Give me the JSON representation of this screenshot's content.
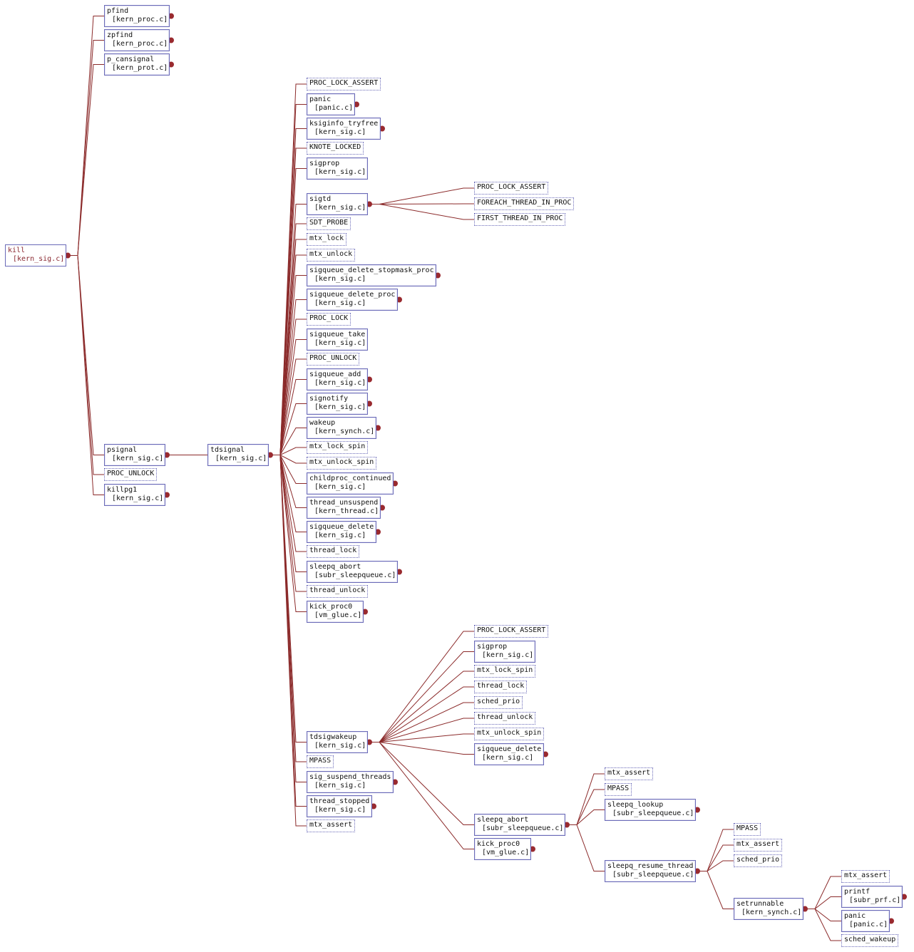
{
  "colors": {
    "edge": "#8b2a2a",
    "dot": "#992a2f",
    "box": "#6a6ab8",
    "root_text": "#8a2830"
  },
  "nodes": [
    {
      "id": "kill",
      "label": "kill",
      "file": "[kern_sig.c]",
      "style": "root",
      "dot": true
    },
    {
      "id": "pfind",
      "label": "pfind",
      "file": "[kern_proc.c]",
      "style": "fn",
      "dot": true
    },
    {
      "id": "zpfind",
      "label": "zpfind",
      "file": "[kern_proc.c]",
      "style": "fn",
      "dot": true
    },
    {
      "id": "p_cansignal",
      "label": "p_cansignal",
      "file": "[kern_prot.c]",
      "style": "fn",
      "dot": true
    },
    {
      "id": "psignal",
      "label": "psignal",
      "file": "[kern_sig.c]",
      "style": "fn",
      "dot": true
    },
    {
      "id": "proc_unlock_1",
      "label": "PROC_UNLOCK",
      "file": "",
      "style": "macro",
      "dot": false
    },
    {
      "id": "killpg1",
      "label": "killpg1",
      "file": "[kern_sig.c]",
      "style": "fn",
      "dot": true
    },
    {
      "id": "tdsignal",
      "label": "tdsignal",
      "file": "[kern_sig.c]",
      "style": "fn",
      "dot": true
    },
    {
      "id": "t_proc_lock_assert",
      "label": "PROC_LOCK_ASSERT",
      "file": "",
      "style": "macro",
      "dot": false
    },
    {
      "id": "t_panic",
      "label": "panic",
      "file": "[panic.c]",
      "style": "fn",
      "dot": true
    },
    {
      "id": "t_ksiginfo_tryfree",
      "label": "ksiginfo_tryfree",
      "file": "[kern_sig.c]",
      "style": "fn",
      "dot": true
    },
    {
      "id": "t_knote_locked",
      "label": "KNOTE_LOCKED",
      "file": "",
      "style": "macro",
      "dot": false
    },
    {
      "id": "t_sigprop",
      "label": "sigprop",
      "file": "[kern_sig.c]",
      "style": "fn",
      "dot": false
    },
    {
      "id": "t_sigtd",
      "label": "sigtd",
      "file": "[kern_sig.c]",
      "style": "fn",
      "dot": true
    },
    {
      "id": "t_sdt_probe",
      "label": "SDT_PROBE",
      "file": "",
      "style": "macro",
      "dot": false
    },
    {
      "id": "t_mtx_lock",
      "label": "mtx_lock",
      "file": "",
      "style": "macro",
      "dot": false
    },
    {
      "id": "t_mtx_unlock",
      "label": "mtx_unlock",
      "file": "",
      "style": "macro",
      "dot": false
    },
    {
      "id": "t_sqdsp",
      "label": "sigqueue_delete_stopmask_proc",
      "file": "[kern_sig.c]",
      "style": "fn",
      "dot": true
    },
    {
      "id": "t_sqdp",
      "label": "sigqueue_delete_proc",
      "file": "[kern_sig.c]",
      "style": "fn",
      "dot": true
    },
    {
      "id": "t_proc_lock",
      "label": "PROC_LOCK",
      "file": "",
      "style": "macro",
      "dot": false
    },
    {
      "id": "t_sigqueue_take",
      "label": "sigqueue_take",
      "file": "[kern_sig.c]",
      "style": "fn",
      "dot": false
    },
    {
      "id": "t_proc_unlock",
      "label": "PROC_UNLOCK",
      "file": "",
      "style": "macro",
      "dot": false
    },
    {
      "id": "t_sigqueue_add",
      "label": "sigqueue_add",
      "file": "[kern_sig.c]",
      "style": "fn",
      "dot": true
    },
    {
      "id": "t_signotify",
      "label": "signotify",
      "file": "[kern_sig.c]",
      "style": "fn",
      "dot": true
    },
    {
      "id": "t_wakeup",
      "label": "wakeup",
      "file": "[kern_synch.c]",
      "style": "fn",
      "dot": true
    },
    {
      "id": "t_mtx_lock_spin",
      "label": "mtx_lock_spin",
      "file": "",
      "style": "macro",
      "dot": false
    },
    {
      "id": "t_mtx_unlock_spin",
      "label": "mtx_unlock_spin",
      "file": "",
      "style": "macro",
      "dot": false
    },
    {
      "id": "t_childproc_continued",
      "label": "childproc_continued",
      "file": "[kern_sig.c]",
      "style": "fn",
      "dot": true
    },
    {
      "id": "t_thread_unsuspend",
      "label": "thread_unsuspend",
      "file": "[kern_thread.c]",
      "style": "fn",
      "dot": true
    },
    {
      "id": "t_sigqueue_delete",
      "label": "sigqueue_delete",
      "file": "[kern_sig.c]",
      "style": "fn",
      "dot": true
    },
    {
      "id": "t_thread_lock",
      "label": "thread_lock",
      "file": "",
      "style": "macro",
      "dot": false
    },
    {
      "id": "t_sleepq_abort",
      "label": "sleepq_abort",
      "file": "[subr_sleepqueue.c]",
      "style": "fn",
      "dot": true
    },
    {
      "id": "t_thread_unlock",
      "label": "thread_unlock",
      "file": "",
      "style": "macro",
      "dot": false
    },
    {
      "id": "t_kick_proc0",
      "label": "kick_proc0",
      "file": "[vm_glue.c]",
      "style": "fn",
      "dot": true
    },
    {
      "id": "t_tdsigwakeup",
      "label": "tdsigwakeup",
      "file": "[kern_sig.c]",
      "style": "fn",
      "dot": true
    },
    {
      "id": "t_mpass",
      "label": "MPASS",
      "file": "",
      "style": "macro",
      "dot": false
    },
    {
      "id": "t_sig_suspend_threads",
      "label": "sig_suspend_threads",
      "file": "[kern_sig.c]",
      "style": "fn",
      "dot": true
    },
    {
      "id": "t_thread_stopped",
      "label": "thread_stopped",
      "file": "[kern_sig.c]",
      "style": "fn",
      "dot": true
    },
    {
      "id": "t_mtx_assert",
      "label": "mtx_assert",
      "file": "",
      "style": "macro",
      "dot": false
    },
    {
      "id": "s_proc_lock_assert",
      "label": "PROC_LOCK_ASSERT",
      "file": "",
      "style": "macro",
      "dot": false
    },
    {
      "id": "s_foreach",
      "label": "FOREACH_THREAD_IN_PROC",
      "file": "",
      "style": "macro",
      "dot": false
    },
    {
      "id": "s_first",
      "label": "FIRST_THREAD_IN_PROC",
      "file": "",
      "style": "macro",
      "dot": false
    },
    {
      "id": "w_proc_lock_assert",
      "label": "PROC_LOCK_ASSERT",
      "file": "",
      "style": "macro",
      "dot": false
    },
    {
      "id": "w_sigprop",
      "label": "sigprop",
      "file": "[kern_sig.c]",
      "style": "fn",
      "dot": false
    },
    {
      "id": "w_mtx_lock_spin",
      "label": "mtx_lock_spin",
      "file": "",
      "style": "macro",
      "dot": false
    },
    {
      "id": "w_thread_lock",
      "label": "thread_lock",
      "file": "",
      "style": "macro",
      "dot": false
    },
    {
      "id": "w_sched_prio",
      "label": "sched_prio",
      "file": "",
      "style": "macro",
      "dot": false
    },
    {
      "id": "w_thread_unlock",
      "label": "thread_unlock",
      "file": "",
      "style": "macro",
      "dot": false
    },
    {
      "id": "w_mtx_unlock_spin",
      "label": "mtx_unlock_spin",
      "file": "",
      "style": "macro",
      "dot": false
    },
    {
      "id": "w_sigqueue_delete",
      "label": "sigqueue_delete",
      "file": "[kern_sig.c]",
      "style": "fn",
      "dot": true
    },
    {
      "id": "w_sleepq_abort",
      "label": "sleepq_abort",
      "file": "[subr_sleepqueue.c]",
      "style": "fn",
      "dot": true
    },
    {
      "id": "w_kick_proc0",
      "label": "kick_proc0",
      "file": "[vm_glue.c]",
      "style": "fn",
      "dot": true
    },
    {
      "id": "a_mtx_assert",
      "label": "mtx_assert",
      "file": "",
      "style": "macro",
      "dot": false
    },
    {
      "id": "a_mpass",
      "label": "MPASS",
      "file": "",
      "style": "macro",
      "dot": false
    },
    {
      "id": "a_sleepq_lookup",
      "label": "sleepq_lookup",
      "file": "[subr_sleepqueue.c]",
      "style": "fn",
      "dot": true
    },
    {
      "id": "a_sleepq_resume_thread",
      "label": "sleepq_resume_thread",
      "file": "[subr_sleepqueue.c]",
      "style": "fn",
      "dot": true
    },
    {
      "id": "r_mpass",
      "label": "MPASS",
      "file": "",
      "style": "macro",
      "dot": false
    },
    {
      "id": "r_mtx_assert",
      "label": "mtx_assert",
      "file": "",
      "style": "macro",
      "dot": false
    },
    {
      "id": "r_sched_prio",
      "label": "sched_prio",
      "file": "",
      "style": "macro",
      "dot": false
    },
    {
      "id": "r_setrunnable",
      "label": "setrunnable",
      "file": "[kern_synch.c]",
      "style": "fn",
      "dot": true
    },
    {
      "id": "u_mtx_assert",
      "label": "mtx_assert",
      "file": "",
      "style": "macro",
      "dot": false
    },
    {
      "id": "u_printf",
      "label": "printf",
      "file": "[subr_prf.c]",
      "style": "fn",
      "dot": true
    },
    {
      "id": "u_panic",
      "label": "panic",
      "file": "[panic.c]",
      "style": "fn",
      "dot": true
    },
    {
      "id": "u_sched_wakeup",
      "label": "sched_wakeup",
      "file": "",
      "style": "macro",
      "dot": false
    }
  ],
  "edges": [
    [
      "kill",
      "pfind"
    ],
    [
      "kill",
      "zpfind"
    ],
    [
      "kill",
      "p_cansignal"
    ],
    [
      "kill",
      "psignal"
    ],
    [
      "kill",
      "proc_unlock_1"
    ],
    [
      "kill",
      "killpg1"
    ],
    [
      "psignal",
      "tdsignal"
    ],
    [
      "tdsignal",
      "t_proc_lock_assert"
    ],
    [
      "tdsignal",
      "t_panic"
    ],
    [
      "tdsignal",
      "t_ksiginfo_tryfree"
    ],
    [
      "tdsignal",
      "t_knote_locked"
    ],
    [
      "tdsignal",
      "t_sigprop"
    ],
    [
      "tdsignal",
      "t_sigtd"
    ],
    [
      "tdsignal",
      "t_sdt_probe"
    ],
    [
      "tdsignal",
      "t_mtx_lock"
    ],
    [
      "tdsignal",
      "t_mtx_unlock"
    ],
    [
      "tdsignal",
      "t_sqdsp"
    ],
    [
      "tdsignal",
      "t_sqdp"
    ],
    [
      "tdsignal",
      "t_proc_lock"
    ],
    [
      "tdsignal",
      "t_sigqueue_take"
    ],
    [
      "tdsignal",
      "t_proc_unlock"
    ],
    [
      "tdsignal",
      "t_sigqueue_add"
    ],
    [
      "tdsignal",
      "t_signotify"
    ],
    [
      "tdsignal",
      "t_wakeup"
    ],
    [
      "tdsignal",
      "t_mtx_lock_spin"
    ],
    [
      "tdsignal",
      "t_mtx_unlock_spin"
    ],
    [
      "tdsignal",
      "t_childproc_continued"
    ],
    [
      "tdsignal",
      "t_thread_unsuspend"
    ],
    [
      "tdsignal",
      "t_sigqueue_delete"
    ],
    [
      "tdsignal",
      "t_thread_lock"
    ],
    [
      "tdsignal",
      "t_sleepq_abort"
    ],
    [
      "tdsignal",
      "t_thread_unlock"
    ],
    [
      "tdsignal",
      "t_kick_proc0"
    ],
    [
      "tdsignal",
      "t_tdsigwakeup"
    ],
    [
      "tdsignal",
      "t_mpass"
    ],
    [
      "tdsignal",
      "t_sig_suspend_threads"
    ],
    [
      "tdsignal",
      "t_thread_stopped"
    ],
    [
      "tdsignal",
      "t_mtx_assert"
    ],
    [
      "t_sigtd",
      "s_proc_lock_assert"
    ],
    [
      "t_sigtd",
      "s_foreach"
    ],
    [
      "t_sigtd",
      "s_first"
    ],
    [
      "t_tdsigwakeup",
      "w_proc_lock_assert"
    ],
    [
      "t_tdsigwakeup",
      "w_sigprop"
    ],
    [
      "t_tdsigwakeup",
      "w_mtx_lock_spin"
    ],
    [
      "t_tdsigwakeup",
      "w_thread_lock"
    ],
    [
      "t_tdsigwakeup",
      "w_sched_prio"
    ],
    [
      "t_tdsigwakeup",
      "w_thread_unlock"
    ],
    [
      "t_tdsigwakeup",
      "w_mtx_unlock_spin"
    ],
    [
      "t_tdsigwakeup",
      "w_sigqueue_delete"
    ],
    [
      "t_tdsigwakeup",
      "w_sleepq_abort"
    ],
    [
      "t_tdsigwakeup",
      "w_kick_proc0"
    ],
    [
      "w_sleepq_abort",
      "a_mtx_assert"
    ],
    [
      "w_sleepq_abort",
      "a_mpass"
    ],
    [
      "w_sleepq_abort",
      "a_sleepq_lookup"
    ],
    [
      "w_sleepq_abort",
      "a_sleepq_resume_thread"
    ],
    [
      "a_sleepq_resume_thread",
      "r_mpass"
    ],
    [
      "a_sleepq_resume_thread",
      "r_mtx_assert"
    ],
    [
      "a_sleepq_resume_thread",
      "r_sched_prio"
    ],
    [
      "a_sleepq_resume_thread",
      "r_setrunnable"
    ],
    [
      "r_setrunnable",
      "u_mtx_assert"
    ],
    [
      "r_setrunnable",
      "u_printf"
    ],
    [
      "r_setrunnable",
      "u_panic"
    ],
    [
      "r_setrunnable",
      "u_sched_wakeup"
    ]
  ]
}
